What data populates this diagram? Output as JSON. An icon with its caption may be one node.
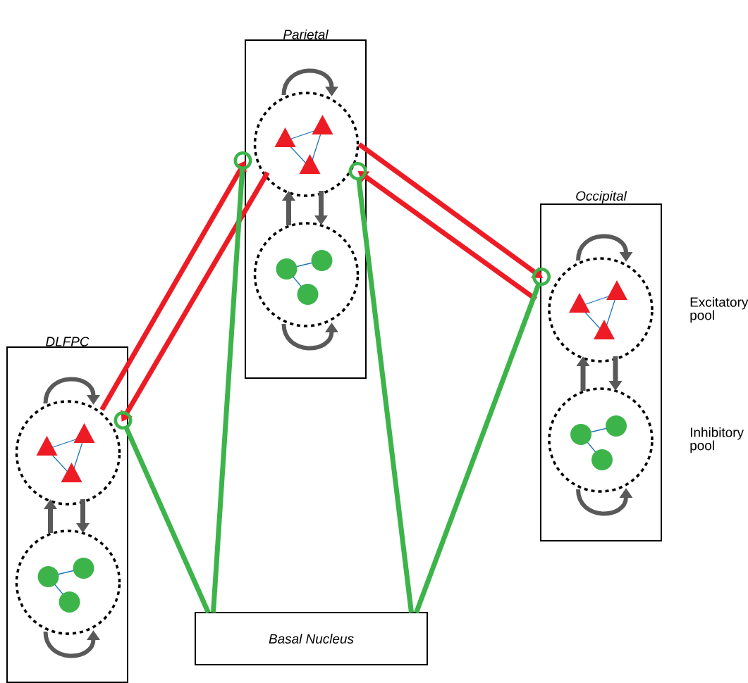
{
  "diagram": {
    "nodes": [
      {
        "text": [
          "DLFPC"
        ]
      },
      {
        "text": [],
        "shape": "circle",
        "in": 0
      },
      {
        "text": [],
        "shape": "circle",
        "in": 0
      },
      {
        "text": [
          "Parietal"
        ]
      },
      {
        "text": [],
        "shape": "circle",
        "in": 3
      },
      {
        "text": [],
        "shape": "circle",
        "in": 3
      },
      {
        "text": [
          "Occipital"
        ]
      },
      {
        "text": [],
        "shape": "circle",
        "in": 6,
        "beside": [
          "Excitatory pool"
        ]
      },
      {
        "text": [],
        "shape": "circle",
        "in": 6,
        "beside": [
          "Inhibitory pool"
        ]
      },
      {
        "text": [
          "Basal Nucleus"
        ]
      }
    ],
    "edges": [
      {
        "from": 1,
        "to": 4,
        "arrow": "to",
        "color": "#ed1c24"
      },
      {
        "from": 4,
        "to": 1,
        "arrow": "to",
        "color": "#ed1c24"
      },
      {
        "from": 4,
        "to": 7,
        "arrow": "to",
        "color": "#ed1c24"
      },
      {
        "from": 7,
        "to": 4,
        "arrow": "to",
        "color": "#ed1c24"
      },
      {
        "from": 9,
        "to": 1,
        "arrow": "other",
        "color": "#3cb44a"
      },
      {
        "from": 9,
        "to": 4,
        "arrow": "other",
        "color": "#3cb44a"
      },
      {
        "from": 9,
        "to": 4,
        "arrow": "other",
        "color": "#3cb44a"
      },
      {
        "from": 9,
        "to": 7,
        "arrow": "other",
        "color": "#3cb44a"
      },
      {
        "from": 1,
        "to": 1,
        "arrow": "to"
      },
      {
        "from": 2,
        "to": 1,
        "arrow": "to"
      },
      {
        "from": 1,
        "to": 2,
        "arrow": "to"
      },
      {
        "from": 2,
        "to": 2,
        "arrow": "to"
      },
      {
        "from": 4,
        "to": 4,
        "arrow": "to"
      },
      {
        "from": 5,
        "to": 4,
        "arrow": "to"
      },
      {
        "from": 4,
        "to": 5,
        "arrow": "to"
      },
      {
        "from": 5,
        "to": 5,
        "arrow": "to"
      },
      {
        "from": 7,
        "to": 7,
        "arrow": "to"
      },
      {
        "from": 8,
        "to": 7,
        "arrow": "to"
      },
      {
        "from": 7,
        "to": 8,
        "arrow": "to"
      },
      {
        "from": 8,
        "to": 8,
        "arrow": "to"
      }
    ]
  }
}
